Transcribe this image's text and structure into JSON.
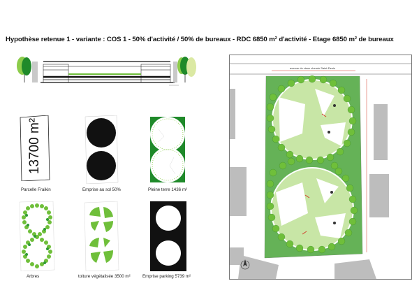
{
  "title": "Hypothèse retenue 1 - variante :  COS 1 - 50% d'activité / 50% de bureaux - RDC 6850 m² d'activité - Etage 6850 m² de bureaux",
  "colors": {
    "green_dark": "#1f8a2a",
    "green_mid": "#6fbf3a",
    "green_light": "#b6df8a",
    "black": "#111111",
    "grey": "#b9b9b9"
  },
  "panels": [
    {
      "key": "parcelle",
      "label": "Parcelle Fraikin",
      "value_text": "13700 m²",
      "icon": "parcel-rotated-text"
    },
    {
      "key": "emprise",
      "label": "Emprise au sol 50%",
      "icon": "two-black-discs"
    },
    {
      "key": "pleine_terre",
      "label": "Pleine terre 1436 m²",
      "icon": "green-corners-dotted-circles"
    },
    {
      "key": "arbres",
      "label": "Arbres",
      "icon": "tree-ring-figure-eight"
    },
    {
      "key": "toiture",
      "label": "toiture végétalisée 3500 m²",
      "icon": "green-roof-segments"
    },
    {
      "key": "parking",
      "label": "Emprise parking  5739 m²",
      "icon": "black-frame-two-holes"
    }
  ],
  "plan": {
    "street_label": "avenue du vieux chemin Saint-Denis"
  }
}
